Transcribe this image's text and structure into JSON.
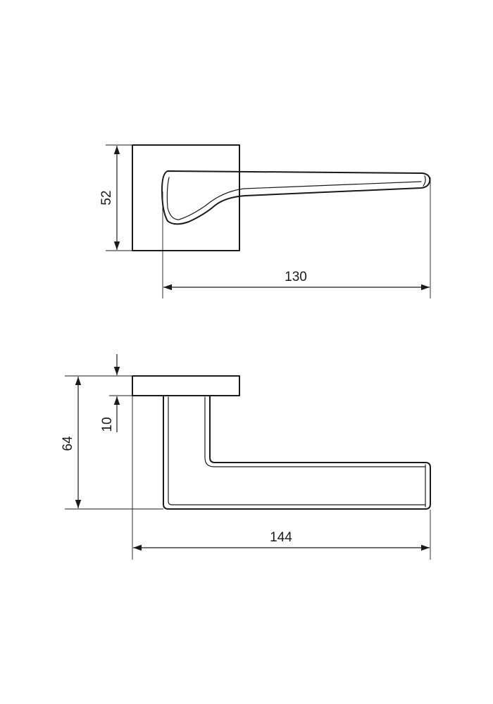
{
  "drawing": {
    "line_color": "#1a1a1a",
    "background": "#ffffff",
    "views": [
      {
        "view": "front",
        "dimensions": {
          "height": "52",
          "length": "130"
        }
      },
      {
        "view": "top",
        "dimensions": {
          "rosette_thickness": "10",
          "projection": "64",
          "overall_length": "144"
        }
      }
    ]
  }
}
